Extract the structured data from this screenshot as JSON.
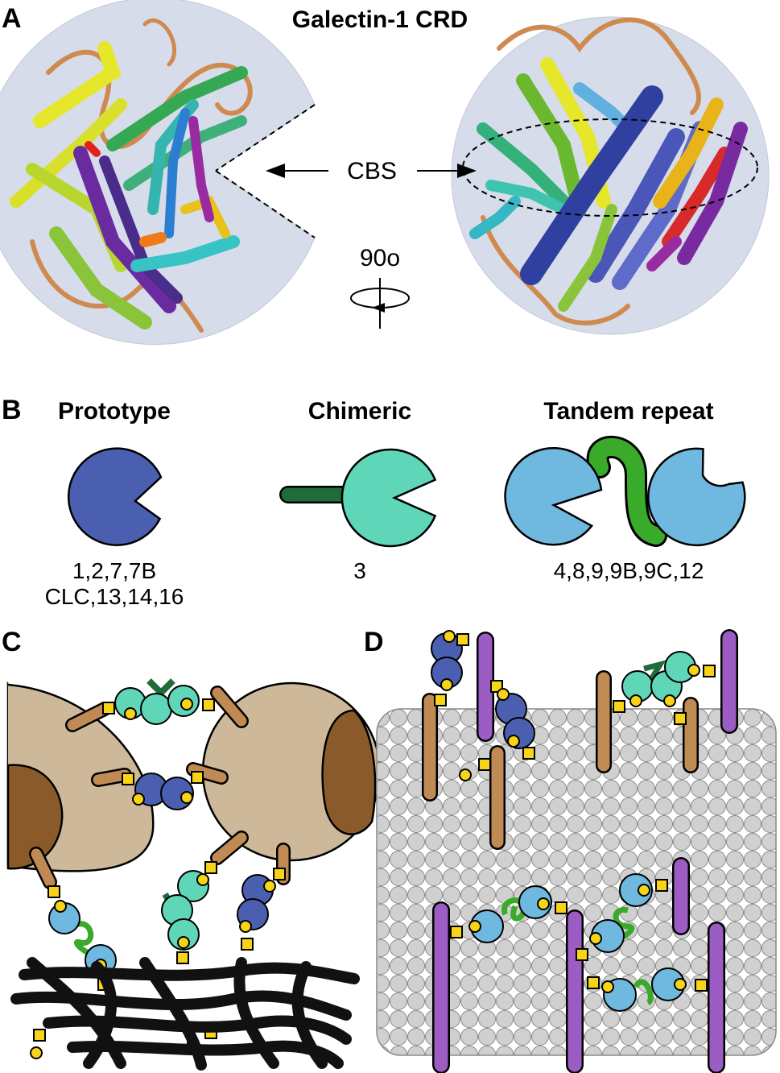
{
  "panel_labels": [
    "A",
    "B",
    "C",
    "D"
  ],
  "panel_a": {
    "title": "Galectin-1 CRD",
    "site_label": "CBS",
    "rotation_label": "90o"
  },
  "panel_b": {
    "types": [
      {
        "name": "Prototype",
        "members_line1": "1,2,7,7B",
        "members_line2": "CLC,13,14,16",
        "color": "#4b5fb0"
      },
      {
        "name": "Chimeric",
        "members_line1": "3",
        "color": "#5fd6b8",
        "tail_color": "#1f6b3a"
      },
      {
        "name": "Tandem repeat",
        "members_line1": "4,8,9,9B,9C,12",
        "color": "#6fb8e0",
        "linker_color": "#3aaa2a"
      }
    ]
  },
  "colors": {
    "sphere_fill": "#d6dcea",
    "loop": "#cf8a4f",
    "cell_body": "#cdb99a",
    "nucleus": "#8b5a2b",
    "glycan_square": "#f7d417",
    "glycan_circle": "#f7d417",
    "receptor_brown": "#c08a55",
    "receptor_purple": "#9b5cc4",
    "membrane_lipid": "#cfcfcf",
    "matrix_fiber": "#111111"
  }
}
